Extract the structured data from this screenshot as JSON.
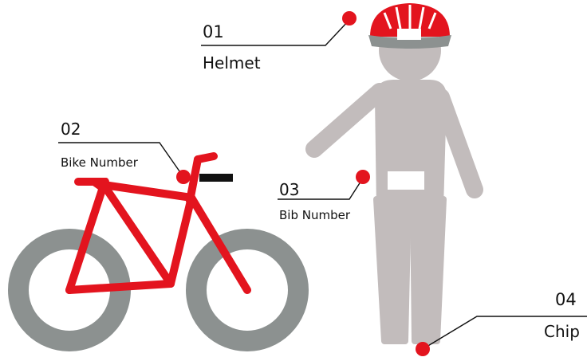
{
  "callouts": [
    {
      "number": "01",
      "label": "Helmet"
    },
    {
      "number": "02",
      "label": "Bike Number"
    },
    {
      "number": "03",
      "label": "Bib Number"
    },
    {
      "number": "04",
      "label": "Chip"
    }
  ],
  "colors": {
    "accent": "#e3141e",
    "figure": "#c2bcbc",
    "wheel": "#8c9190",
    "plate": "#ffffff",
    "line": "#111111",
    "bar": "#111111"
  },
  "icons": [
    "person-figure",
    "helmet-icon",
    "bicycle-icon",
    "bib-plate",
    "callout-dot"
  ]
}
